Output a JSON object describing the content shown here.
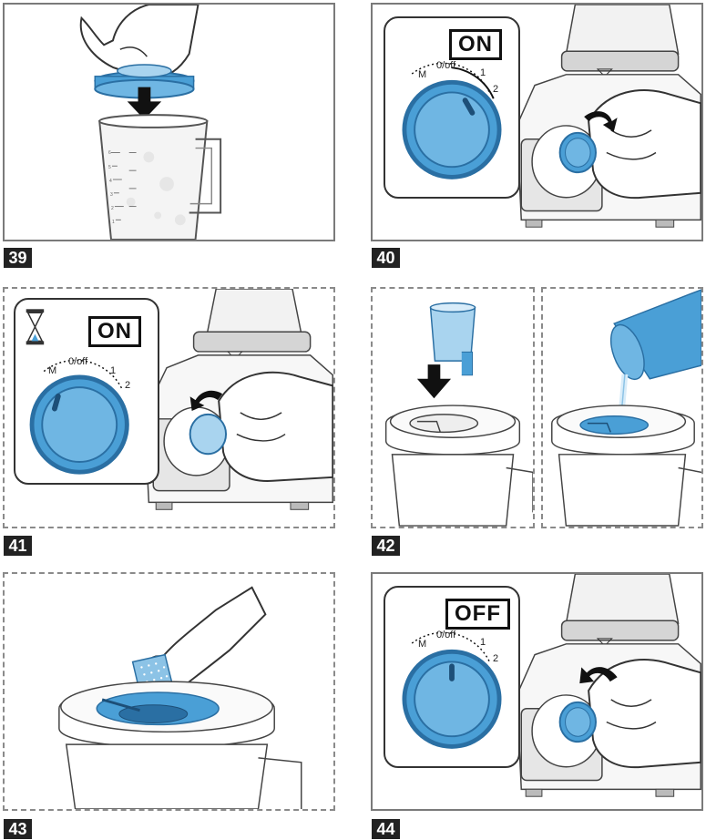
{
  "steps": [
    {
      "number": "39"
    },
    {
      "number": "40",
      "badge": "ON",
      "dial": {
        "m": "M",
        "off": "0/off",
        "one": "1",
        "two": "2"
      }
    },
    {
      "number": "41",
      "badge": "ON",
      "dial": {
        "m": "M",
        "off": "0/off",
        "one": "1",
        "two": "2"
      }
    },
    {
      "number": "42"
    },
    {
      "number": "43"
    },
    {
      "number": "44",
      "badge": "OFF",
      "dial": {
        "m": "M",
        "off": "0/off",
        "one": "1",
        "two": "2"
      }
    }
  ],
  "jug_scale": [
    "1",
    "2",
    "3",
    "4",
    "5",
    "6"
  ],
  "colors": {
    "accent_blue": "#4a9fd6",
    "dark_blue": "#2a6fa3",
    "light_blue": "#a9d4ef",
    "outline": "#333333",
    "frame": "#7a7a7a"
  },
  "icons": {
    "turn_arrow": "curved-arrow-icon",
    "push_arrow": "down-arrow-icon",
    "timer": "hourglass-icon"
  }
}
